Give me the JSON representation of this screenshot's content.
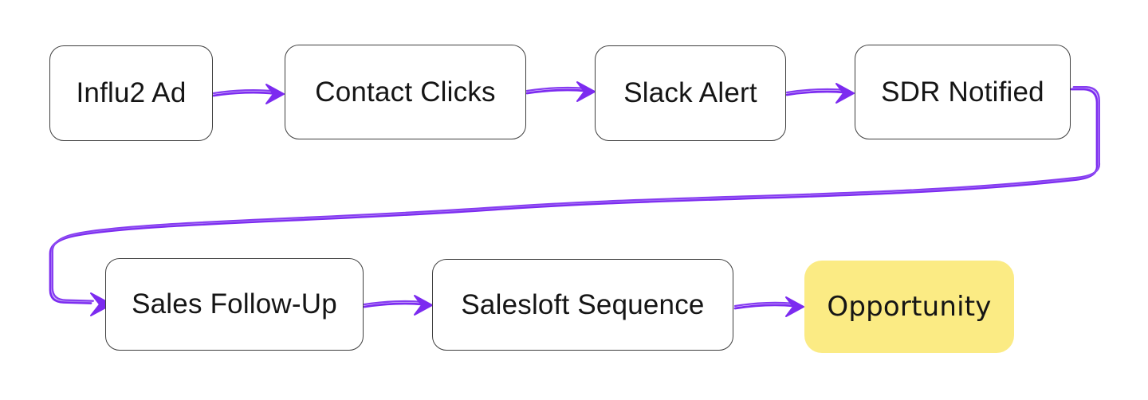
{
  "diagram": {
    "background": "#ffffff",
    "arrow_color": "#7c2bf0",
    "arrow_overlay_color": "#a678f6",
    "node_border_color": "#3f3f3f",
    "highlight_fill": "#fbeb84",
    "text_color": "#151515",
    "nodes": [
      {
        "id": "influ2-ad",
        "label": "Influ2 Ad",
        "variant": "default"
      },
      {
        "id": "contact-clicks",
        "label": "Contact Clicks",
        "variant": "default"
      },
      {
        "id": "slack-alert",
        "label": "Slack Alert",
        "variant": "default"
      },
      {
        "id": "sdr-notified",
        "label": "SDR Notified",
        "variant": "default"
      },
      {
        "id": "sales-follow-up",
        "label": "Sales Follow-Up",
        "variant": "default"
      },
      {
        "id": "salesloft-sequence",
        "label": "Salesloft Sequence",
        "variant": "default"
      },
      {
        "id": "opportunity",
        "label": "Opportunity",
        "variant": "highlight"
      }
    ],
    "edges": [
      {
        "from": "influ2-ad",
        "to": "contact-clicks"
      },
      {
        "from": "contact-clicks",
        "to": "slack-alert"
      },
      {
        "from": "slack-alert",
        "to": "sdr-notified"
      },
      {
        "from": "sdr-notified",
        "to": "sales-follow-up"
      },
      {
        "from": "sales-follow-up",
        "to": "salesloft-sequence"
      },
      {
        "from": "salesloft-sequence",
        "to": "opportunity"
      }
    ]
  }
}
